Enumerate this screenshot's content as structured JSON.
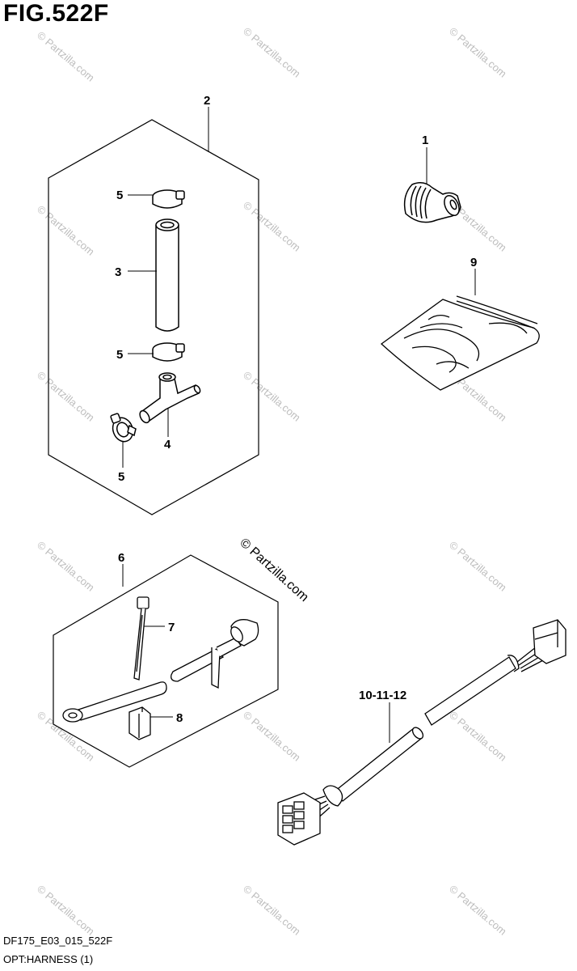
{
  "figure": {
    "title": "FIG.522F"
  },
  "callouts": {
    "c1": "1",
    "c2": "2",
    "c3": "3",
    "c4": "4",
    "c5a": "5",
    "c5b": "5",
    "c5c": "5",
    "c6": "6",
    "c7": "7",
    "c8": "8",
    "c9": "9",
    "c10": "10-11-12"
  },
  "watermark": {
    "text": "© Partzilla.com"
  },
  "footer": {
    "code": "DF175_E03_015_522F",
    "caption": "OPT:HARNESS (1)"
  },
  "colors": {
    "line": "#000000",
    "watermark": "#bdbdbd",
    "background": "#ffffff"
  }
}
